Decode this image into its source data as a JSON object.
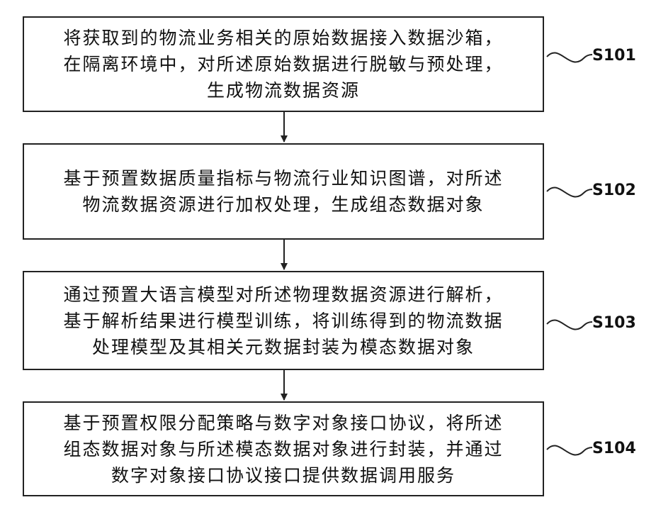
{
  "steps": [
    {
      "label": "S101",
      "lines": [
        "将获取到的物流业务相关的原始数据接入数据沙箱，",
        "在隔离环境中，对所述原始数据进行脱敏与预处理，",
        "生成物流数据资源"
      ]
    },
    {
      "label": "S102",
      "lines": [
        "基于预置数据质量指标与物流行业知识图谱，对所述",
        "物流数据资源进行加权处理，生成组态数据对象"
      ]
    },
    {
      "label": "S103",
      "lines": [
        "通过预置大语言模型对所述物理数据资源进行解析，",
        "基于解析结果进行模型训练，将训练得到的物流数据",
        "处理模型及其相关元数据封装为模态数据对象"
      ]
    },
    {
      "label": "S104",
      "lines": [
        "基于预置权限分配策略与数字对象接口协议，将所述",
        "组态数据对象与所述模态数据对象进行封装，并通过",
        "数字对象接口协议接口提供数据调用服务"
      ]
    }
  ]
}
